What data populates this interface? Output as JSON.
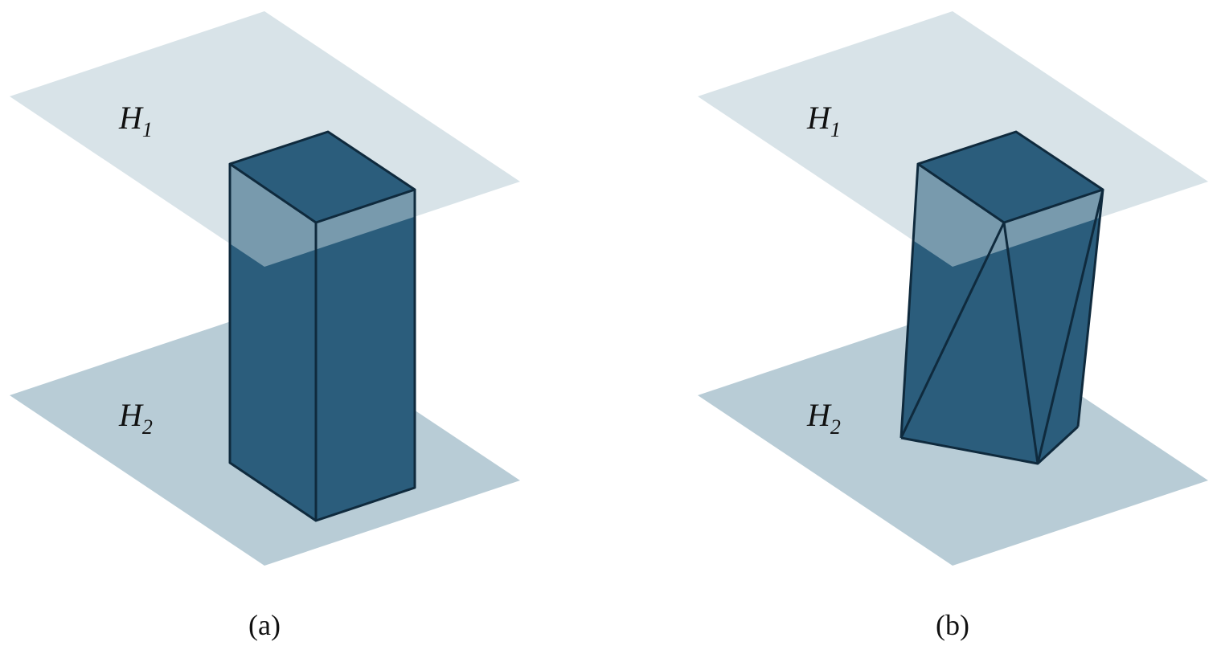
{
  "panels": [
    {
      "caption": "(a)",
      "plane_top": {
        "base": "H",
        "subscript": "1"
      },
      "plane_bottom": {
        "base": "H",
        "subscript": "2"
      }
    },
    {
      "caption": "(b)",
      "plane_top": {
        "base": "H",
        "subscript": "1"
      },
      "plane_bottom": {
        "base": "H",
        "subscript": "2"
      }
    }
  ],
  "colors": {
    "plane": "#b8ccd6",
    "solid": "#2b5d7c",
    "edge": "#0f2a3d"
  }
}
